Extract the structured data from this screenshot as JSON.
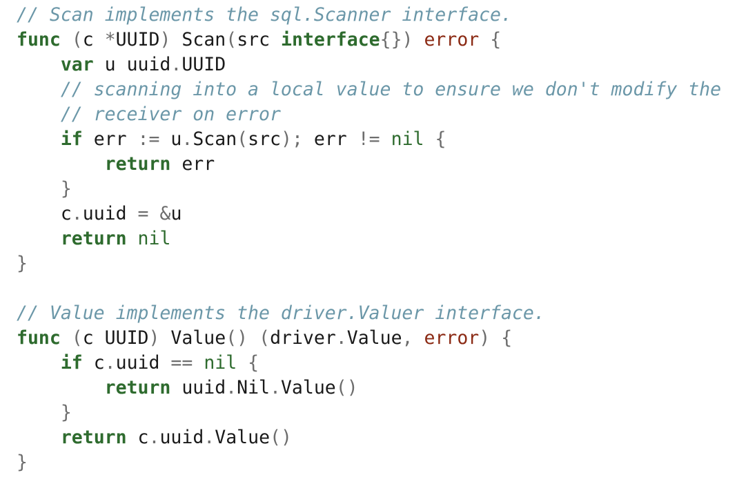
{
  "code": {
    "lines": [
      [
        [
          "comment",
          "// Scan implements the sql.Scanner interface."
        ]
      ],
      [
        [
          "keyword",
          "func"
        ],
        [
          "plain",
          " "
        ],
        [
          "punct",
          "("
        ],
        [
          "plain",
          "c "
        ],
        [
          "op",
          "*"
        ],
        [
          "plain",
          "UUID"
        ],
        [
          "punct",
          ")"
        ],
        [
          "plain",
          " Scan"
        ],
        [
          "punct",
          "("
        ],
        [
          "plain",
          "src "
        ],
        [
          "keyword",
          "interface"
        ],
        [
          "punct",
          "{})"
        ],
        [
          "plain",
          " "
        ],
        [
          "type",
          "error"
        ],
        [
          "plain",
          " "
        ],
        [
          "punct",
          "{"
        ]
      ],
      [
        [
          "plain",
          "    "
        ],
        [
          "keyword",
          "var"
        ],
        [
          "plain",
          " u uuid"
        ],
        [
          "punct",
          "."
        ],
        [
          "plain",
          "UUID"
        ]
      ],
      [
        [
          "plain",
          "    "
        ],
        [
          "comment",
          "// scanning into a local value to ensure we don't modify the"
        ]
      ],
      [
        [
          "plain",
          "    "
        ],
        [
          "comment",
          "// receiver on error"
        ]
      ],
      [
        [
          "plain",
          "    "
        ],
        [
          "keyword",
          "if"
        ],
        [
          "plain",
          " err "
        ],
        [
          "op",
          ":="
        ],
        [
          "plain",
          " u"
        ],
        [
          "punct",
          "."
        ],
        [
          "plain",
          "Scan"
        ],
        [
          "punct",
          "("
        ],
        [
          "plain",
          "src"
        ],
        [
          "punct",
          ");"
        ],
        [
          "plain",
          " err "
        ],
        [
          "op",
          "!="
        ],
        [
          "plain",
          " "
        ],
        [
          "builtin",
          "nil"
        ],
        [
          "plain",
          " "
        ],
        [
          "punct",
          "{"
        ]
      ],
      [
        [
          "plain",
          "        "
        ],
        [
          "keyword",
          "return"
        ],
        [
          "plain",
          " err"
        ]
      ],
      [
        [
          "plain",
          "    "
        ],
        [
          "punct",
          "}"
        ]
      ],
      [
        [
          "plain",
          "    c"
        ],
        [
          "punct",
          "."
        ],
        [
          "plain",
          "uuid "
        ],
        [
          "op",
          "="
        ],
        [
          "plain",
          " "
        ],
        [
          "op",
          "&"
        ],
        [
          "plain",
          "u"
        ]
      ],
      [
        [
          "plain",
          "    "
        ],
        [
          "keyword",
          "return"
        ],
        [
          "plain",
          " "
        ],
        [
          "builtin",
          "nil"
        ]
      ],
      [
        [
          "punct",
          "}"
        ]
      ],
      [
        [
          "plain",
          ""
        ]
      ],
      [
        [
          "comment",
          "// Value implements the driver.Valuer interface."
        ]
      ],
      [
        [
          "keyword",
          "func"
        ],
        [
          "plain",
          " "
        ],
        [
          "punct",
          "("
        ],
        [
          "plain",
          "c UUID"
        ],
        [
          "punct",
          ")"
        ],
        [
          "plain",
          " Value"
        ],
        [
          "punct",
          "()"
        ],
        [
          "plain",
          " "
        ],
        [
          "punct",
          "("
        ],
        [
          "plain",
          "driver"
        ],
        [
          "punct",
          "."
        ],
        [
          "plain",
          "Value"
        ],
        [
          "punct",
          ","
        ],
        [
          "plain",
          " "
        ],
        [
          "type",
          "error"
        ],
        [
          "punct",
          ")"
        ],
        [
          "plain",
          " "
        ],
        [
          "punct",
          "{"
        ]
      ],
      [
        [
          "plain",
          "    "
        ],
        [
          "keyword",
          "if"
        ],
        [
          "plain",
          " c"
        ],
        [
          "punct",
          "."
        ],
        [
          "plain",
          "uuid "
        ],
        [
          "op",
          "=="
        ],
        [
          "plain",
          " "
        ],
        [
          "builtin",
          "nil"
        ],
        [
          "plain",
          " "
        ],
        [
          "punct",
          "{"
        ]
      ],
      [
        [
          "plain",
          "        "
        ],
        [
          "keyword",
          "return"
        ],
        [
          "plain",
          " uuid"
        ],
        [
          "punct",
          "."
        ],
        [
          "plain",
          "Nil"
        ],
        [
          "punct",
          "."
        ],
        [
          "plain",
          "Value"
        ],
        [
          "punct",
          "()"
        ]
      ],
      [
        [
          "plain",
          "    "
        ],
        [
          "punct",
          "}"
        ]
      ],
      [
        [
          "plain",
          "    "
        ],
        [
          "keyword",
          "return"
        ],
        [
          "plain",
          " c"
        ],
        [
          "punct",
          "."
        ],
        [
          "plain",
          "uuid"
        ],
        [
          "punct",
          "."
        ],
        [
          "plain",
          "Value"
        ],
        [
          "punct",
          "()"
        ]
      ],
      [
        [
          "punct",
          "}"
        ]
      ]
    ]
  },
  "colors": {
    "background": "#ffffff",
    "comment": "#6b97a8",
    "keyword": "#2e6b2e",
    "type": "#8b2a14",
    "punctuation": "#6d6d6d",
    "text": "#1a1a1a"
  }
}
